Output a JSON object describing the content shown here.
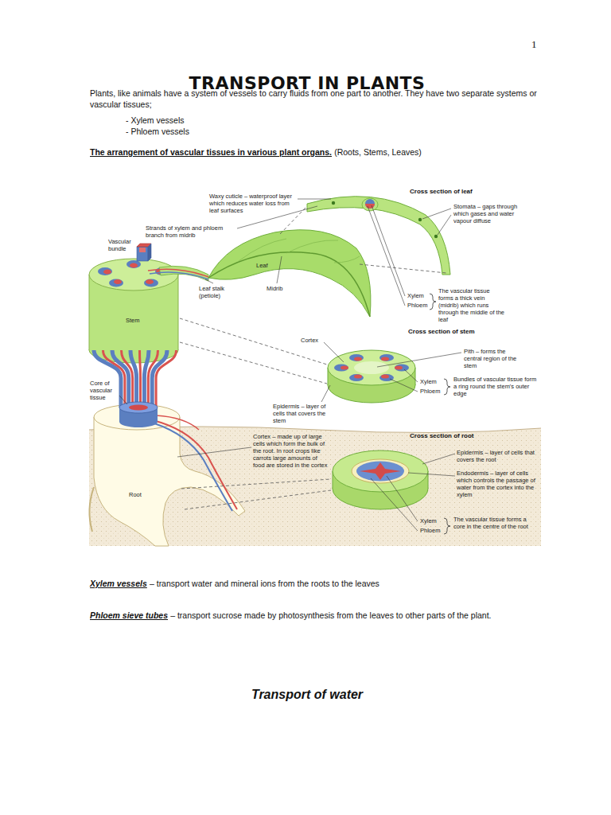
{
  "diagram": {
    "title": "TRANSPORT IN PLANTS",
    "labels": [
      "1",
      "Plants, like animals have a system of vessels to carry fluids from one part to another. They have two separate systems or vascular tissues;",
      "- Xylem vessels",
      "- Phloem vessels",
      "The arrangement of vascular tissues in various plant organs.",
      "(Roots, Stems, Leaves)",
      "Waxy cuticle – waterproof layer which reduces water loss from leaf surfaces",
      "Cross section of leaf",
      "Stomata – gaps through which gases and water vapour diffuse",
      "Strands of xylem and phloem branch from midrib",
      "Vascular bundle",
      "Leaf",
      "Leaf stalk (petiole)",
      "Midrib",
      "Xylem",
      "Phloem",
      "The vascular tissue forms a thick vein (midrib) which runs through the middle of the leaf",
      "Stem",
      "Cross section of stem",
      "Cortex",
      "Pith – forms the central region of the stem",
      "Xylem",
      "Phloem",
      "Bundles of vascular tissue form a ring round the stem's outer edge",
      "Core of vascular tissue",
      "Epidermis – layer of cells that covers the stem",
      "Cortex – made up of large cells which form the bulk of the root. In root crops like carrots large amounts of food are stored in the cortex",
      "Cross section of root",
      "Epidermis – layer of cells that covers the root",
      "Endodermis – layer of cells which controls the passage of water from the cortex into the xylem",
      "Root",
      "Xylem",
      "Phloem",
      "The vascular tissue forms a core in the centre of the root",
      "Xylem vessels",
      "– transport water and mineral ions from the roots to the leaves",
      "Phloem sieve tubes",
      "– transport sucrose made by photosynthesis from the leaves to other parts of the plant.",
      "Transport of water"
    ]
  }
}
